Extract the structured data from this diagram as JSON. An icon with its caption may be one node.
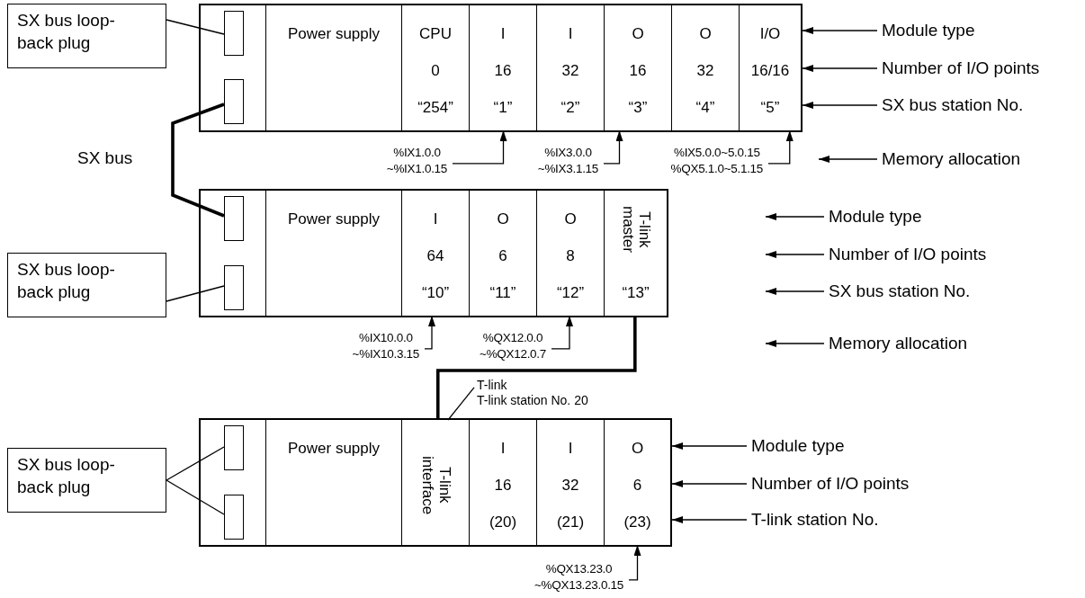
{
  "diagram": {
    "nodes": [
      {
        "text": [
          "SX bus loop-back plug"
        ]
      },
      {
        "text": [],
        "shape": "box"
      },
      {
        "text": [],
        "shape": "box",
        "in": 1
      },
      {
        "text": [],
        "shape": "box",
        "in": 2
      },
      {
        "text": [],
        "shape": "box",
        "in": 2
      },
      {
        "text": [
          "Power supply"
        ],
        "in": 1
      },
      {
        "text": [
          "CPU",
          "0",
          "“254”"
        ],
        "in": 1
      },
      {
        "text": [
          "I",
          "16",
          "“1”"
        ],
        "in": 1
      },
      {
        "text": [
          "I",
          "32",
          "“2”"
        ],
        "in": 1
      },
      {
        "text": [
          "O",
          "16",
          "“3”"
        ],
        "in": 1
      },
      {
        "text": [
          "O",
          "32",
          "“4”"
        ],
        "in": 1
      },
      {
        "text": [
          "I/O",
          "16/16",
          "“5”"
        ],
        "in": 1
      },
      {
        "text": [
          "Module type"
        ]
      },
      {
        "text": [
          "Number of I/O points"
        ]
      },
      {
        "text": [
          "SX bus station No."
        ]
      },
      {
        "text": [
          "%IX1.0.0 ~%IX1.0.15"
        ]
      },
      {
        "text": [
          "%IX3.0.0 ~%IX3.1.15"
        ]
      },
      {
        "text": [
          "%IX5.0.0~5.0.15 %QX5.1.0~5.1.15"
        ]
      },
      {
        "text": [
          "Memory allocation"
        ]
      },
      {
        "text": [
          "SX bus loop-back plug"
        ]
      },
      {
        "text": [],
        "shape": "box"
      },
      {
        "text": [],
        "shape": "box",
        "in": 20
      },
      {
        "text": [],
        "shape": "box",
        "in": 21
      },
      {
        "text": [],
        "shape": "box",
        "in": 21
      },
      {
        "text": [
          "Power supply"
        ],
        "in": 20
      },
      {
        "text": [
          "I",
          "64",
          "“10”"
        ],
        "in": 20
      },
      {
        "text": [
          "O",
          "6",
          "“11”"
        ],
        "in": 20
      },
      {
        "text": [
          "O",
          "8",
          "“12”"
        ],
        "in": 20
      },
      {
        "text": [
          "T-link master",
          "“13”"
        ],
        "in": 20
      },
      {
        "text": [
          "Module type"
        ]
      },
      {
        "text": [
          "Number of I/O points"
        ]
      },
      {
        "text": [
          "SX bus station No."
        ]
      },
      {
        "text": [
          "%IX10.0.0 ~%IX10.3.15"
        ]
      },
      {
        "text": [
          "%QX12.0.0 ~%QX12.0.7"
        ]
      },
      {
        "text": [
          "Memory allocation"
        ]
      },
      {
        "text": [
          "T-link",
          "T-link station No. 20"
        ]
      },
      {
        "text": [
          "SX bus loop-back plug"
        ]
      },
      {
        "text": [],
        "shape": "box"
      },
      {
        "text": [],
        "shape": "box",
        "in": 37
      },
      {
        "text": [],
        "shape": "box",
        "in": 38
      },
      {
        "text": [],
        "shape": "box",
        "in": 38
      },
      {
        "text": [
          "Power supply"
        ],
        "in": 37
      },
      {
        "text": [
          "T-link interface"
        ],
        "in": 37
      },
      {
        "text": [
          "I",
          "16",
          "(20)"
        ],
        "in": 37
      },
      {
        "text": [
          "I",
          "32",
          "(21)"
        ],
        "in": 37
      },
      {
        "text": [
          "O",
          "6",
          "(23)"
        ],
        "in": 37
      },
      {
        "text": [
          "Module type"
        ]
      },
      {
        "text": [
          "Number of I/O points"
        ]
      },
      {
        "text": [
          "T-link station No."
        ]
      },
      {
        "text": [
          "%QX13.23.0 ~%QX13.23.0.15"
        ]
      }
    ],
    "edges": [
      {
        "from": 0,
        "to": 3,
        "arrow": "none"
      },
      {
        "from": 4,
        "to": 22,
        "arrow": "none",
        "label": "SX bus",
        "style": "thick"
      },
      {
        "from": 15,
        "to": 7,
        "arrow": "to"
      },
      {
        "from": 16,
        "to": 9,
        "arrow": "to"
      },
      {
        "from": 17,
        "to": 11,
        "arrow": "to"
      },
      {
        "from": 12,
        "to": 1,
        "arrow": "to"
      },
      {
        "from": 13,
        "to": 1,
        "arrow": "to"
      },
      {
        "from": 14,
        "to": 1,
        "arrow": "to"
      },
      {
        "from": 18,
        "to": null,
        "arrow": "to"
      },
      {
        "from": 19,
        "to": 23,
        "arrow": "none"
      },
      {
        "from": 32,
        "to": 25,
        "arrow": "to"
      },
      {
        "from": 33,
        "to": 27,
        "arrow": "to"
      },
      {
        "from": 29,
        "to": null,
        "arrow": "to"
      },
      {
        "from": 30,
        "to": null,
        "arrow": "to"
      },
      {
        "from": 31,
        "to": null,
        "arrow": "to"
      },
      {
        "from": 34,
        "to": null,
        "arrow": "to"
      },
      {
        "from": 28,
        "to": 42,
        "arrow": "none",
        "style": "thick"
      },
      {
        "from": 35,
        "to": 42,
        "arrow": "none"
      },
      {
        "from": 36,
        "to": 39,
        "arrow": "none"
      },
      {
        "from": 36,
        "to": 40,
        "arrow": "none"
      },
      {
        "from": 46,
        "to": 37,
        "arrow": "to"
      },
      {
        "from": 47,
        "to": 37,
        "arrow": "to"
      },
      {
        "from": 48,
        "to": 37,
        "arrow": "to"
      },
      {
        "from": 49,
        "to": 45,
        "arrow": "to"
      }
    ]
  }
}
